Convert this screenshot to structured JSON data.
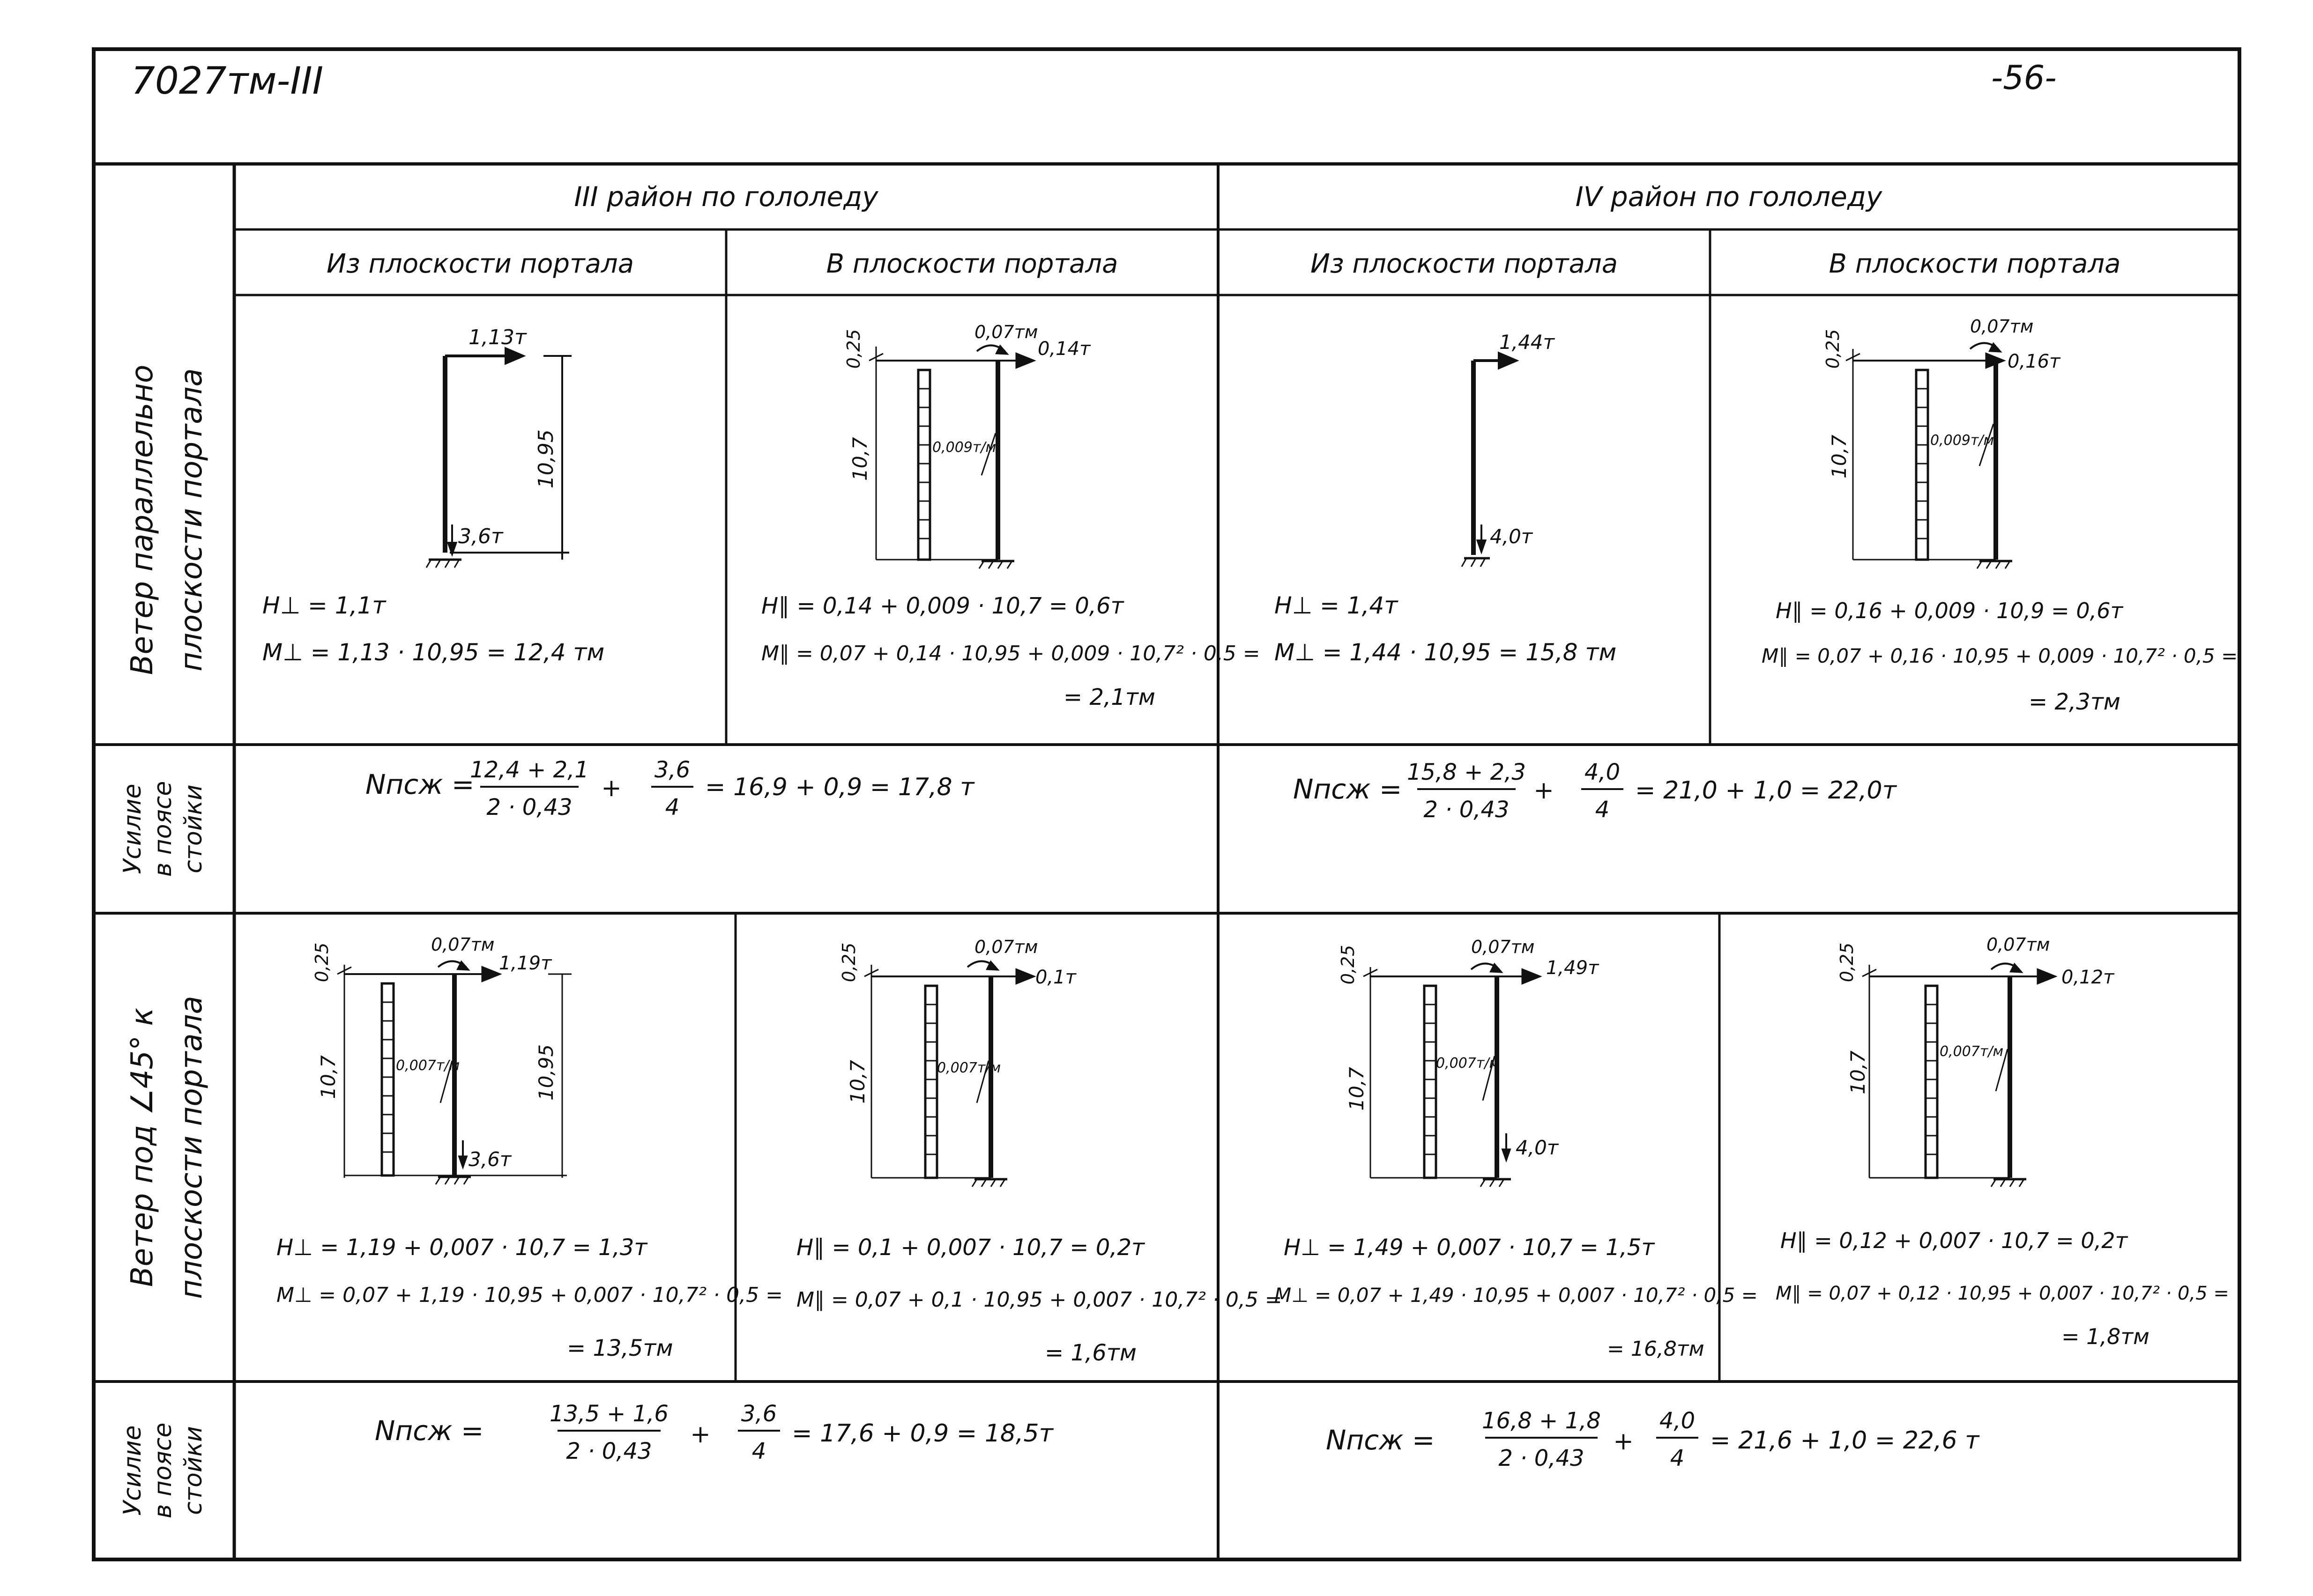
{
  "header": {
    "doc_code": "7027тм-III",
    "page_number": "-56-"
  },
  "regions": [
    "III район по гололеду",
    "IV район по гололеду"
  ],
  "sub_headers": [
    "Из плоскости портала",
    "В плоскости портала",
    "Из плоскости портала",
    "В плоскости портала"
  ],
  "row_labels": {
    "wind_parallel": [
      "Ветер параллельно",
      "плоскости портала"
    ],
    "force1": [
      "Усилие",
      "в поясе",
      "стойки"
    ],
    "wind_45": [
      "Ветер под ∠45° к",
      "плоскости портала"
    ],
    "force2": [
      "Усилие",
      "в поясе",
      "стойки"
    ]
  },
  "row1": [
    {
      "diagram": {
        "load_top": "1,13т",
        "height": "10,95",
        "load_bottom": "3,6т"
      },
      "formulas": [
        "H⊥ = 1,1т",
        "M⊥ = 1,13 · 10,95 = 12,4 тм"
      ]
    },
    {
      "diagram": {
        "moment": "0,07тм",
        "load_top": "0,14т",
        "top_offset": "0,25",
        "height": "10,7",
        "dist_load": "0,009т/м"
      },
      "formulas": [
        "H∥ = 0,14 + 0,009 · 10,7 = 0,6т",
        "M∥ = 0,07 + 0,14 · 10,95 + 0,009 · 10,7² · 0,5 =",
        "= 2,1тм"
      ]
    },
    {
      "diagram": {
        "load_top": "1,44т",
        "load_bottom": "4,0т"
      },
      "formulas": [
        "H⊥ = 1,4т",
        "M⊥ = 1,44 · 10,95 = 15,8 тм"
      ]
    },
    {
      "diagram": {
        "moment": "0,07тм",
        "load_top": "0,16т",
        "top_offset": "0,25",
        "height": "10,7",
        "dist_load": "0,009т/м"
      },
      "formulas": [
        "H∥ = 0,16 + 0,009 · 10,9 = 0,6т",
        "M∥ = 0,07 + 0,16 · 10,95 + 0,009 · 10,7² · 0,5 =",
        "= 2,3тм"
      ]
    }
  ],
  "force1": [
    {
      "lhs": "Nпсж =",
      "frac1_num": "12,4 + 2,1",
      "frac1_den": "2 · 0,43",
      "plus": "+",
      "frac2_num": "3,6",
      "frac2_den": "4",
      "rhs": "= 16,9 + 0,9 = 17,8 т"
    },
    {
      "lhs": "Nпсж =",
      "frac1_num": "15,8 + 2,3",
      "frac1_den": "2 · 0,43",
      "plus": "+",
      "frac2_num": "4,0",
      "frac2_den": "4",
      "rhs": "= 21,0 + 1,0 = 22,0т"
    }
  ],
  "row2": [
    {
      "diagram": {
        "moment": "0,07тм",
        "load_top": "1,19т",
        "top_offset": "0,25",
        "height": "10,7",
        "height_right": "10,95",
        "dist_load": "0,007т/м",
        "load_bottom": "3,6т"
      },
      "formulas": [
        "H⊥ = 1,19 + 0,007 · 10,7 = 1,3т",
        "M⊥ = 0,07 + 1,19 · 10,95 + 0,007 · 10,7² · 0,5 =",
        "= 13,5тм"
      ]
    },
    {
      "diagram": {
        "moment": "0,07тм",
        "load_top": "0,1т",
        "top_offset": "0,25",
        "height": "10,7",
        "dist_load": "0,007т/м"
      },
      "formulas": [
        "H∥ = 0,1 + 0,007 · 10,7 = 0,2т",
        "M∥ = 0,07 + 0,1 · 10,95 + 0,007 · 10,7² · 0,5 =",
        "= 1,6тм"
      ]
    },
    {
      "diagram": {
        "moment": "0,07тм",
        "load_top": "1,49т",
        "top_offset": "0,25",
        "height": "10,7",
        "dist_load": "0,007т/м",
        "load_bottom": "4,0т"
      },
      "formulas": [
        "H⊥ = 1,49 + 0,007 · 10,7 = 1,5т",
        "M⊥ = 0,07 + 1,49 · 10,95 + 0,007 · 10,7² · 0,5 =",
        "= 16,8тм"
      ]
    },
    {
      "diagram": {
        "moment": "0,07тм",
        "load_top": "0,12т",
        "top_offset": "0,25",
        "height": "10,7",
        "dist_load": "0,007т/м"
      },
      "formulas": [
        "H∥ = 0,12 + 0,007 · 10,7 = 0,2т",
        "M∥ = 0,07 + 0,12 · 10,95 + 0,007 · 10,7² · 0,5 =",
        "= 1,8тм"
      ]
    }
  ],
  "force2": [
    {
      "lhs": "Nпсж =",
      "frac1_num": "13,5 + 1,6",
      "frac1_den": "2 · 0,43",
      "plus": "+",
      "frac2_num": "3,6",
      "frac2_den": "4",
      "rhs": "= 17,6 + 0,9 = 18,5т"
    },
    {
      "lhs": "Nпсж =",
      "frac1_num": "16,8 + 1,8",
      "frac1_den": "2 · 0,43",
      "plus": "+",
      "frac2_num": "4,0",
      "frac2_den": "4",
      "rhs": "= 21,6 + 1,0 = 22,6 т"
    }
  ]
}
